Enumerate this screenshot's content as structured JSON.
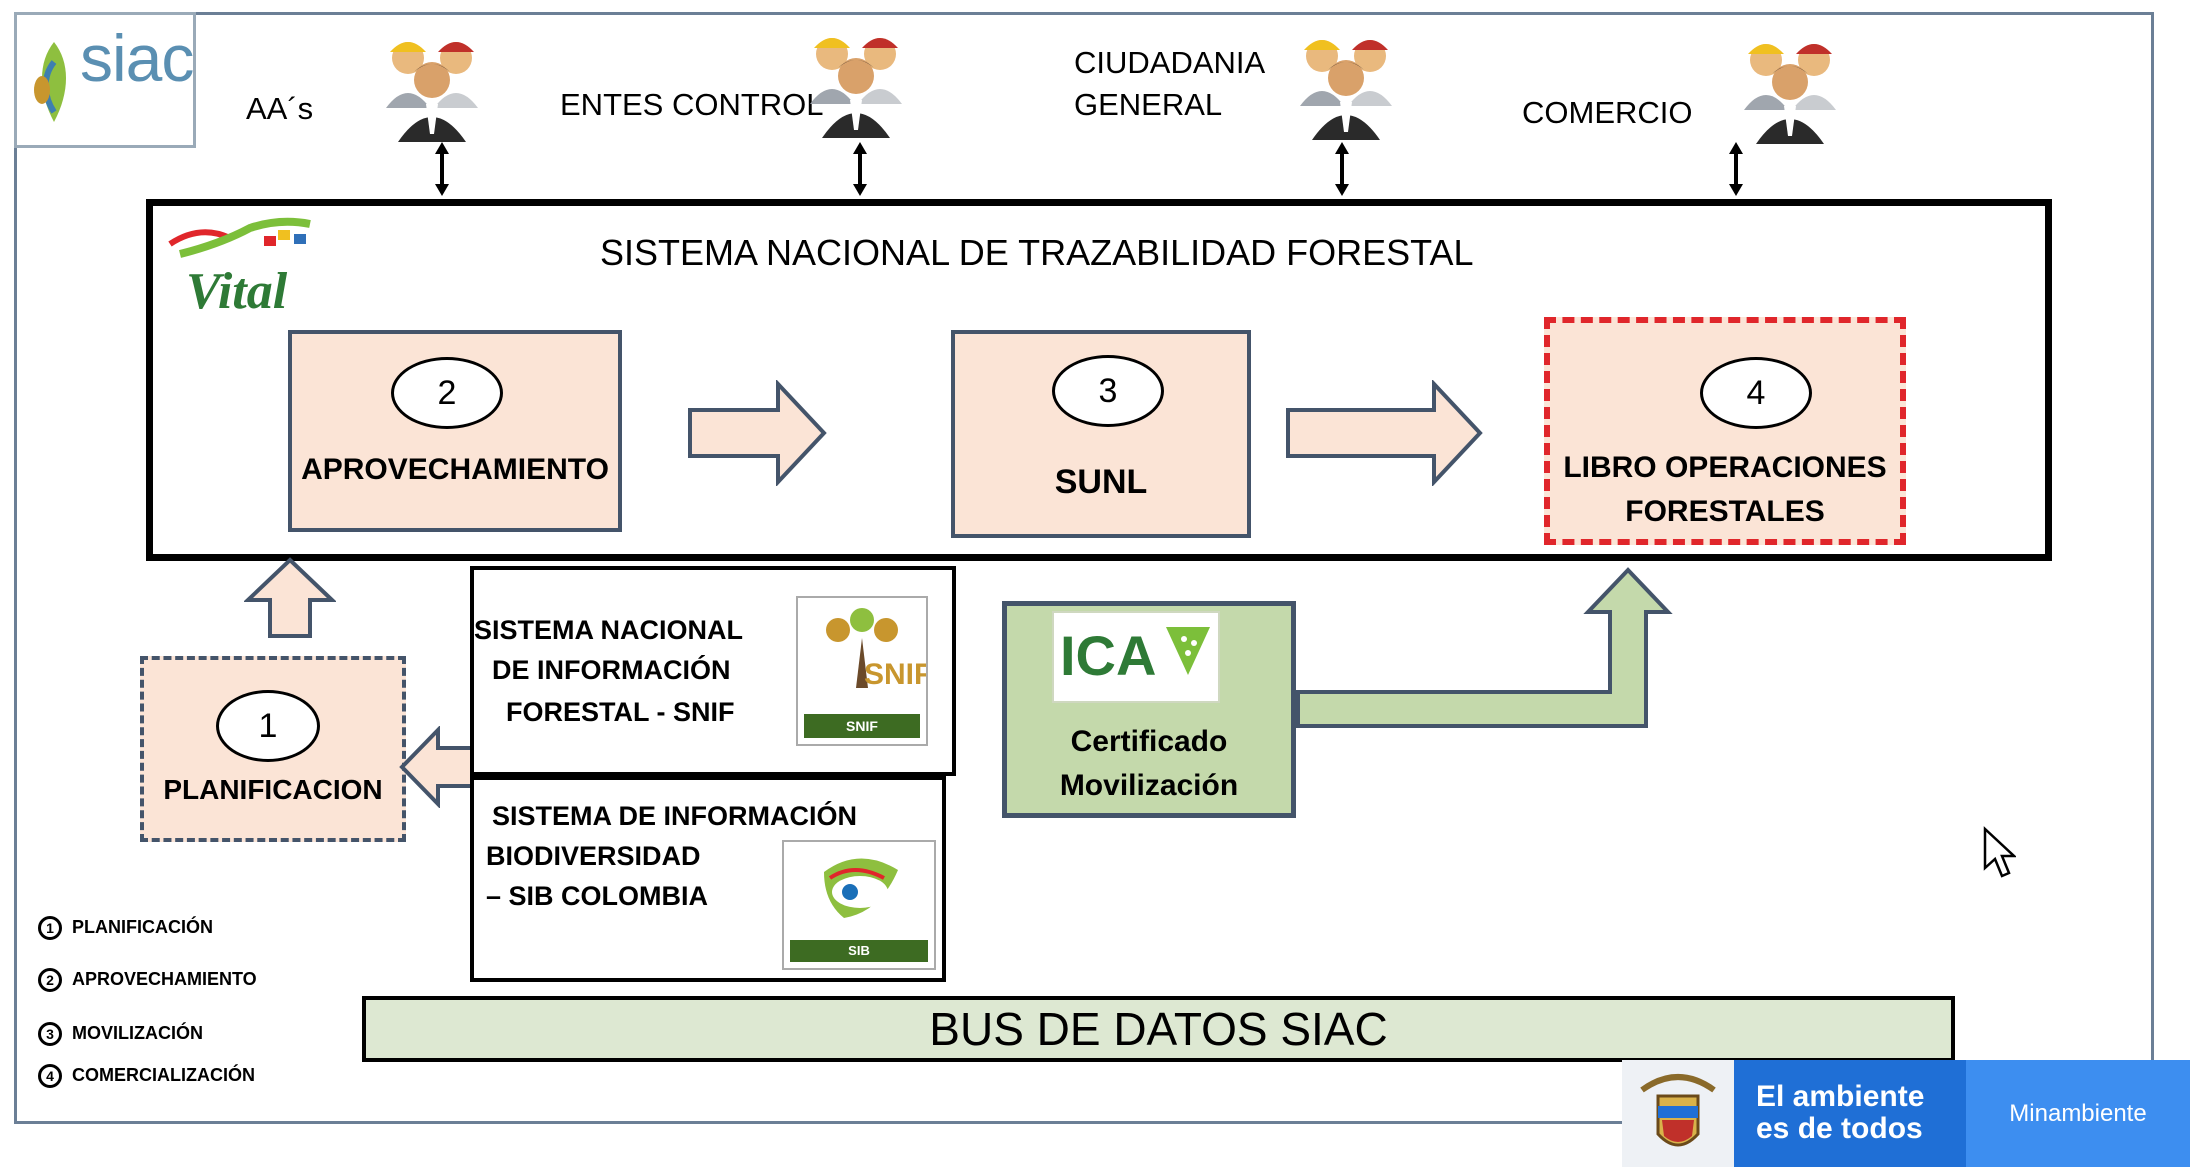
{
  "siac": {
    "logo_text": "siac"
  },
  "actors": [
    {
      "label": "AA´s"
    },
    {
      "label": "ENTES CONTROL"
    },
    {
      "label_line1": "CIUDADANIA",
      "label_line2": "GENERAL"
    },
    {
      "label": "COMERCIO"
    }
  ],
  "main": {
    "title": "SISTEMA NACIONAL DE TRAZABILIDAD FORESTAL",
    "logo_text": "Vital"
  },
  "processes": {
    "aprovechamiento": {
      "number": "2",
      "label": "APROVECHAMIENTO"
    },
    "sunl": {
      "number": "3",
      "label": "SUNL"
    },
    "libro": {
      "number": "4",
      "label_line1": "LIBRO OPERACIONES",
      "label_line2": "FORESTALES"
    },
    "planificacion": {
      "number": "1",
      "label": "PLANIFICACION"
    }
  },
  "snif": {
    "line1": "SISTEMA NACIONAL",
    "line2": "DE INFORMACIÓN",
    "line3": "FORESTAL - SNIF",
    "logo_text": "SNIF",
    "logo_caption": "SNIF"
  },
  "sib": {
    "line1": "SISTEMA DE INFORMACIÓN",
    "line2": "BIODIVERSIDAD",
    "line3": "– SIB  COLOMBIA",
    "logo_caption": "SIB"
  },
  "ica": {
    "logo_text": "ICA",
    "line1": "Certificado",
    "line2": "Movilización"
  },
  "bus": {
    "label": "BUS DE DATOS SIAC"
  },
  "legend": [
    {
      "num": "1",
      "label": "PLANIFICACIÓN"
    },
    {
      "num": "2",
      "label": "APROVECHAMIENTO"
    },
    {
      "num": "3",
      "label": "MOVILIZACIÓN"
    },
    {
      "num": "4",
      "label": "COMERCIALIZACIÓN"
    }
  ],
  "footer": {
    "slogan_line1": "El ambiente",
    "slogan_line2": "es de todos",
    "ministry": "Minambiente"
  },
  "colors": {
    "process_fill": "#fbe4d6",
    "process_border": "#44546a",
    "ica_fill": "#c4d9ab",
    "bus_fill": "#dde8d2",
    "dashed_red": "#e0262b",
    "footer_blue": "#1f6fd6"
  }
}
